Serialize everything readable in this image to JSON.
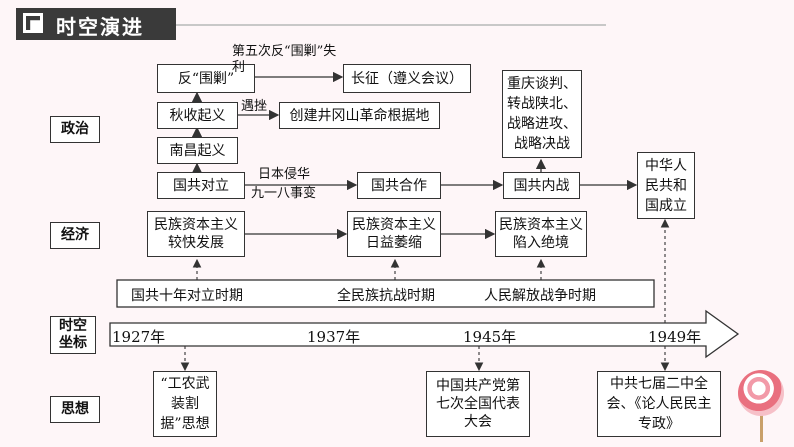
{
  "header": {
    "title": "时空演进"
  },
  "rows": {
    "politics": "政治",
    "economy": "经济",
    "coordinate": "时空坐标",
    "thought": "思想"
  },
  "timeline": {
    "years": [
      "1927年",
      "1937年",
      "1945年",
      "1949年"
    ]
  },
  "periods": [
    "国共十年对立时期",
    "全民族抗战时期",
    "人民解放战争时期"
  ],
  "politics": {
    "weichao": "反“围剿”",
    "note_fifth": "第五次反“围剿”失利",
    "changzheng": "长征（遵义会议）",
    "qiushou": "秋收起义",
    "note_cuo": "遇挫",
    "jinggang": "创建井冈山革命根据地",
    "nanchang": "南昌起义",
    "duili": "国共对立",
    "note_invasion1": "日本侵华",
    "note_invasion2": "九一八事变",
    "hezuo": "国共合作",
    "neizhan": "国共内战",
    "chongqing": "重庆谈判、转战陕北、战略进攻、战略决战",
    "prc": "中华人民共和国成立"
  },
  "economy": {
    "e1": "民族资本主义较快发展",
    "e2": "民族资本主义日益萎缩",
    "e3": "民族资本主义陷入绝境"
  },
  "thought": {
    "t1": "“工农武装割据”思想",
    "t2": "中国共产党第七次全国代表大会",
    "t3": "中共七届二中全会、《论人民民主专政》"
  }
}
